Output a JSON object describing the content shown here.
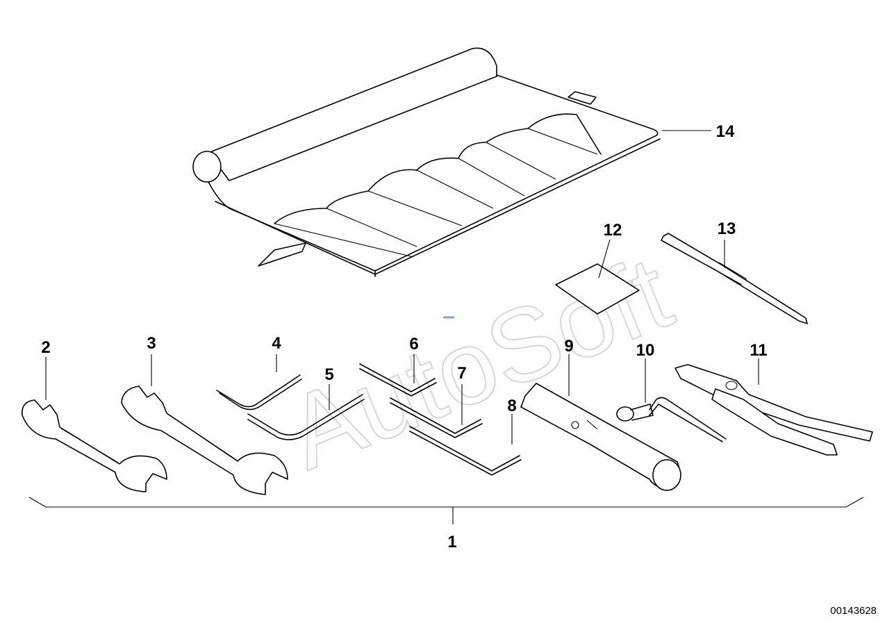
{
  "diagram": {
    "watermark": "AutoSoft",
    "document_number": "00143628",
    "callouts": [
      {
        "id": "1",
        "label": "1"
      },
      {
        "id": "2",
        "label": "2"
      },
      {
        "id": "3",
        "label": "3"
      },
      {
        "id": "4",
        "label": "4"
      },
      {
        "id": "5",
        "label": "5"
      },
      {
        "id": "6",
        "label": "6"
      },
      {
        "id": "7",
        "label": "7"
      },
      {
        "id": "8",
        "label": "8"
      },
      {
        "id": "9",
        "label": "9"
      },
      {
        "id": "10",
        "label": "10"
      },
      {
        "id": "11",
        "label": "11"
      },
      {
        "id": "12",
        "label": "12"
      },
      {
        "id": "13",
        "label": "13"
      },
      {
        "id": "14",
        "label": "14"
      }
    ]
  }
}
